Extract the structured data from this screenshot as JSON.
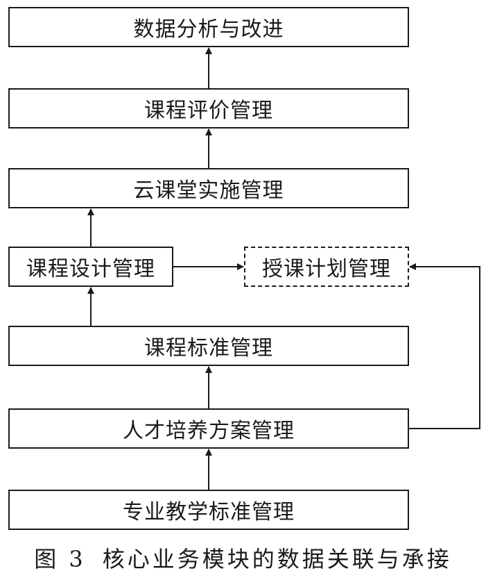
{
  "diagram": {
    "boxes": {
      "data_analysis": "数据分析与改进",
      "course_evaluation": "课程评价管理",
      "cloud_class": "云课堂实施管理",
      "course_design": "课程设计管理",
      "teaching_plan": "授课计划管理",
      "course_standard": "课程标准管理",
      "talent_plan": "人才培养方案管理",
      "major_standard": "专业教学标准管理"
    },
    "edges": [
      {
        "from": "major_standard",
        "to": "talent_plan"
      },
      {
        "from": "talent_plan",
        "to": "course_standard"
      },
      {
        "from": "talent_plan",
        "to": "teaching_plan"
      },
      {
        "from": "course_standard",
        "to": "course_design"
      },
      {
        "from": "course_design",
        "to": "teaching_plan"
      },
      {
        "from": "course_design",
        "to": "cloud_class"
      },
      {
        "from": "cloud_class",
        "to": "course_evaluation"
      },
      {
        "from": "course_evaluation",
        "to": "data_analysis"
      }
    ]
  },
  "caption": {
    "figure_number": "图 3",
    "title": "核心业务模块的数据关联与承接"
  }
}
